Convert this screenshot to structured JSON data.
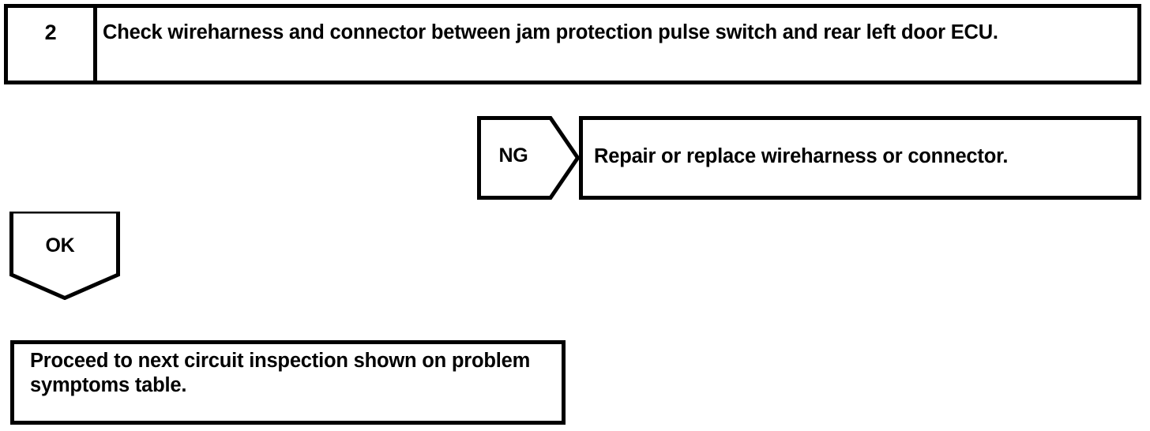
{
  "document": {
    "type": "troubleshooting-flowchart",
    "ink_color": "#000000",
    "paper_color": "#ffffff"
  },
  "step": {
    "number": "2",
    "instruction": "Check wireharness and connector between jam protection pulse switch and rear left door ECU."
  },
  "branches": {
    "ng": {
      "label": "NG",
      "result_text": "Repair or replace wireharness or connector."
    },
    "ok": {
      "label": "OK",
      "result_text": "Proceed to next circuit inspection shown on problem symptoms table."
    }
  }
}
